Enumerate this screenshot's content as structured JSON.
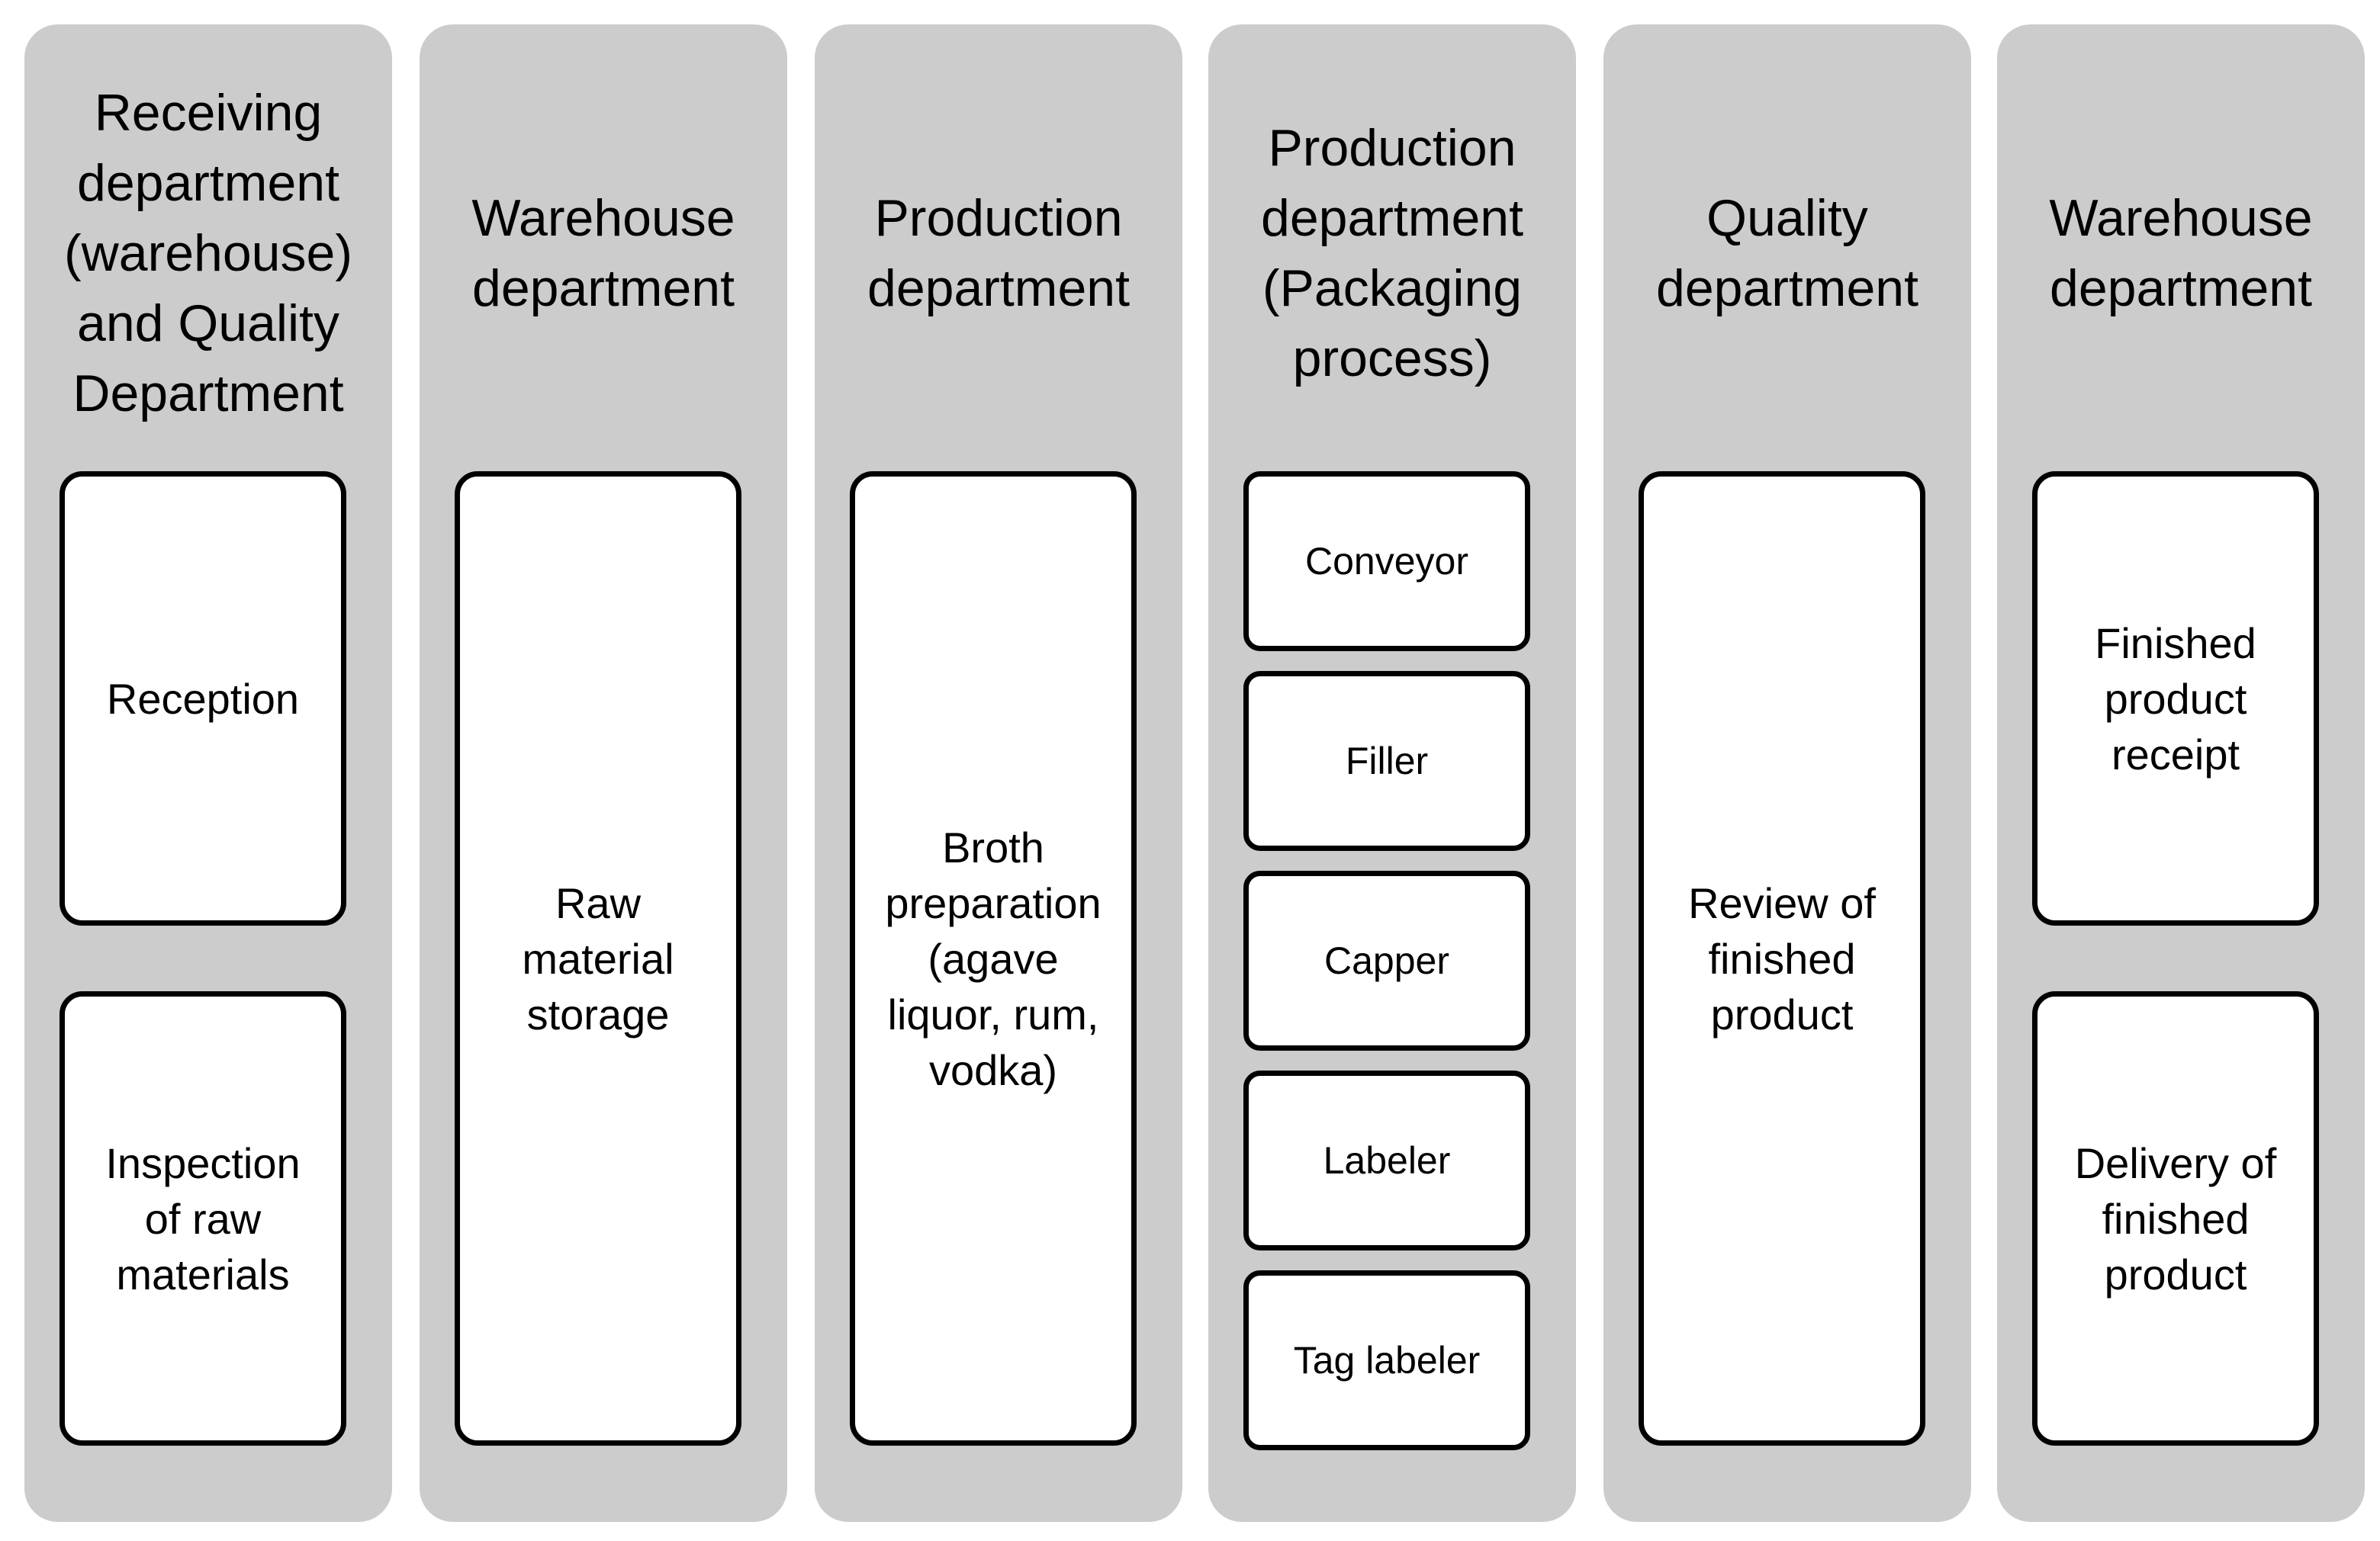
{
  "columns": [
    {
      "title_lines": [
        "Receiving",
        "department",
        "(warehouse)",
        "and Quality",
        "Department"
      ],
      "boxes": [
        {
          "lines": [
            "Reception"
          ]
        },
        {
          "lines": [
            "Inspection",
            "of raw",
            "materials"
          ]
        }
      ]
    },
    {
      "title_lines": [
        "Warehouse",
        "department"
      ],
      "boxes": [
        {
          "lines": [
            "Raw",
            "material",
            "storage"
          ]
        }
      ]
    },
    {
      "title_lines": [
        "Production",
        "department"
      ],
      "boxes": [
        {
          "lines": [
            "Broth",
            "preparation",
            "(agave",
            "liquor, rum,",
            "vodka)"
          ]
        }
      ]
    },
    {
      "title_lines": [
        "Production",
        "department",
        "(Packaging",
        "process)"
      ],
      "boxes": [
        {
          "lines": [
            "Conveyor"
          ]
        },
        {
          "lines": [
            "Filler"
          ]
        },
        {
          "lines": [
            "Capper"
          ]
        },
        {
          "lines": [
            "Labeler"
          ]
        },
        {
          "lines": [
            "Tag labeler"
          ]
        }
      ]
    },
    {
      "title_lines": [
        "Quality",
        "department"
      ],
      "boxes": [
        {
          "lines": [
            "Review of",
            "finished",
            "product"
          ]
        }
      ]
    },
    {
      "title_lines": [
        "Warehouse",
        "department"
      ],
      "boxes": [
        {
          "lines": [
            "Finished",
            "product",
            "receipt"
          ]
        },
        {
          "lines": [
            "Delivery of",
            "finished",
            "product"
          ]
        }
      ]
    }
  ],
  "colors": {
    "column_fill": "#cccccc",
    "box_fill": "#ffffff",
    "box_border": "#000000",
    "text": "#000000"
  }
}
